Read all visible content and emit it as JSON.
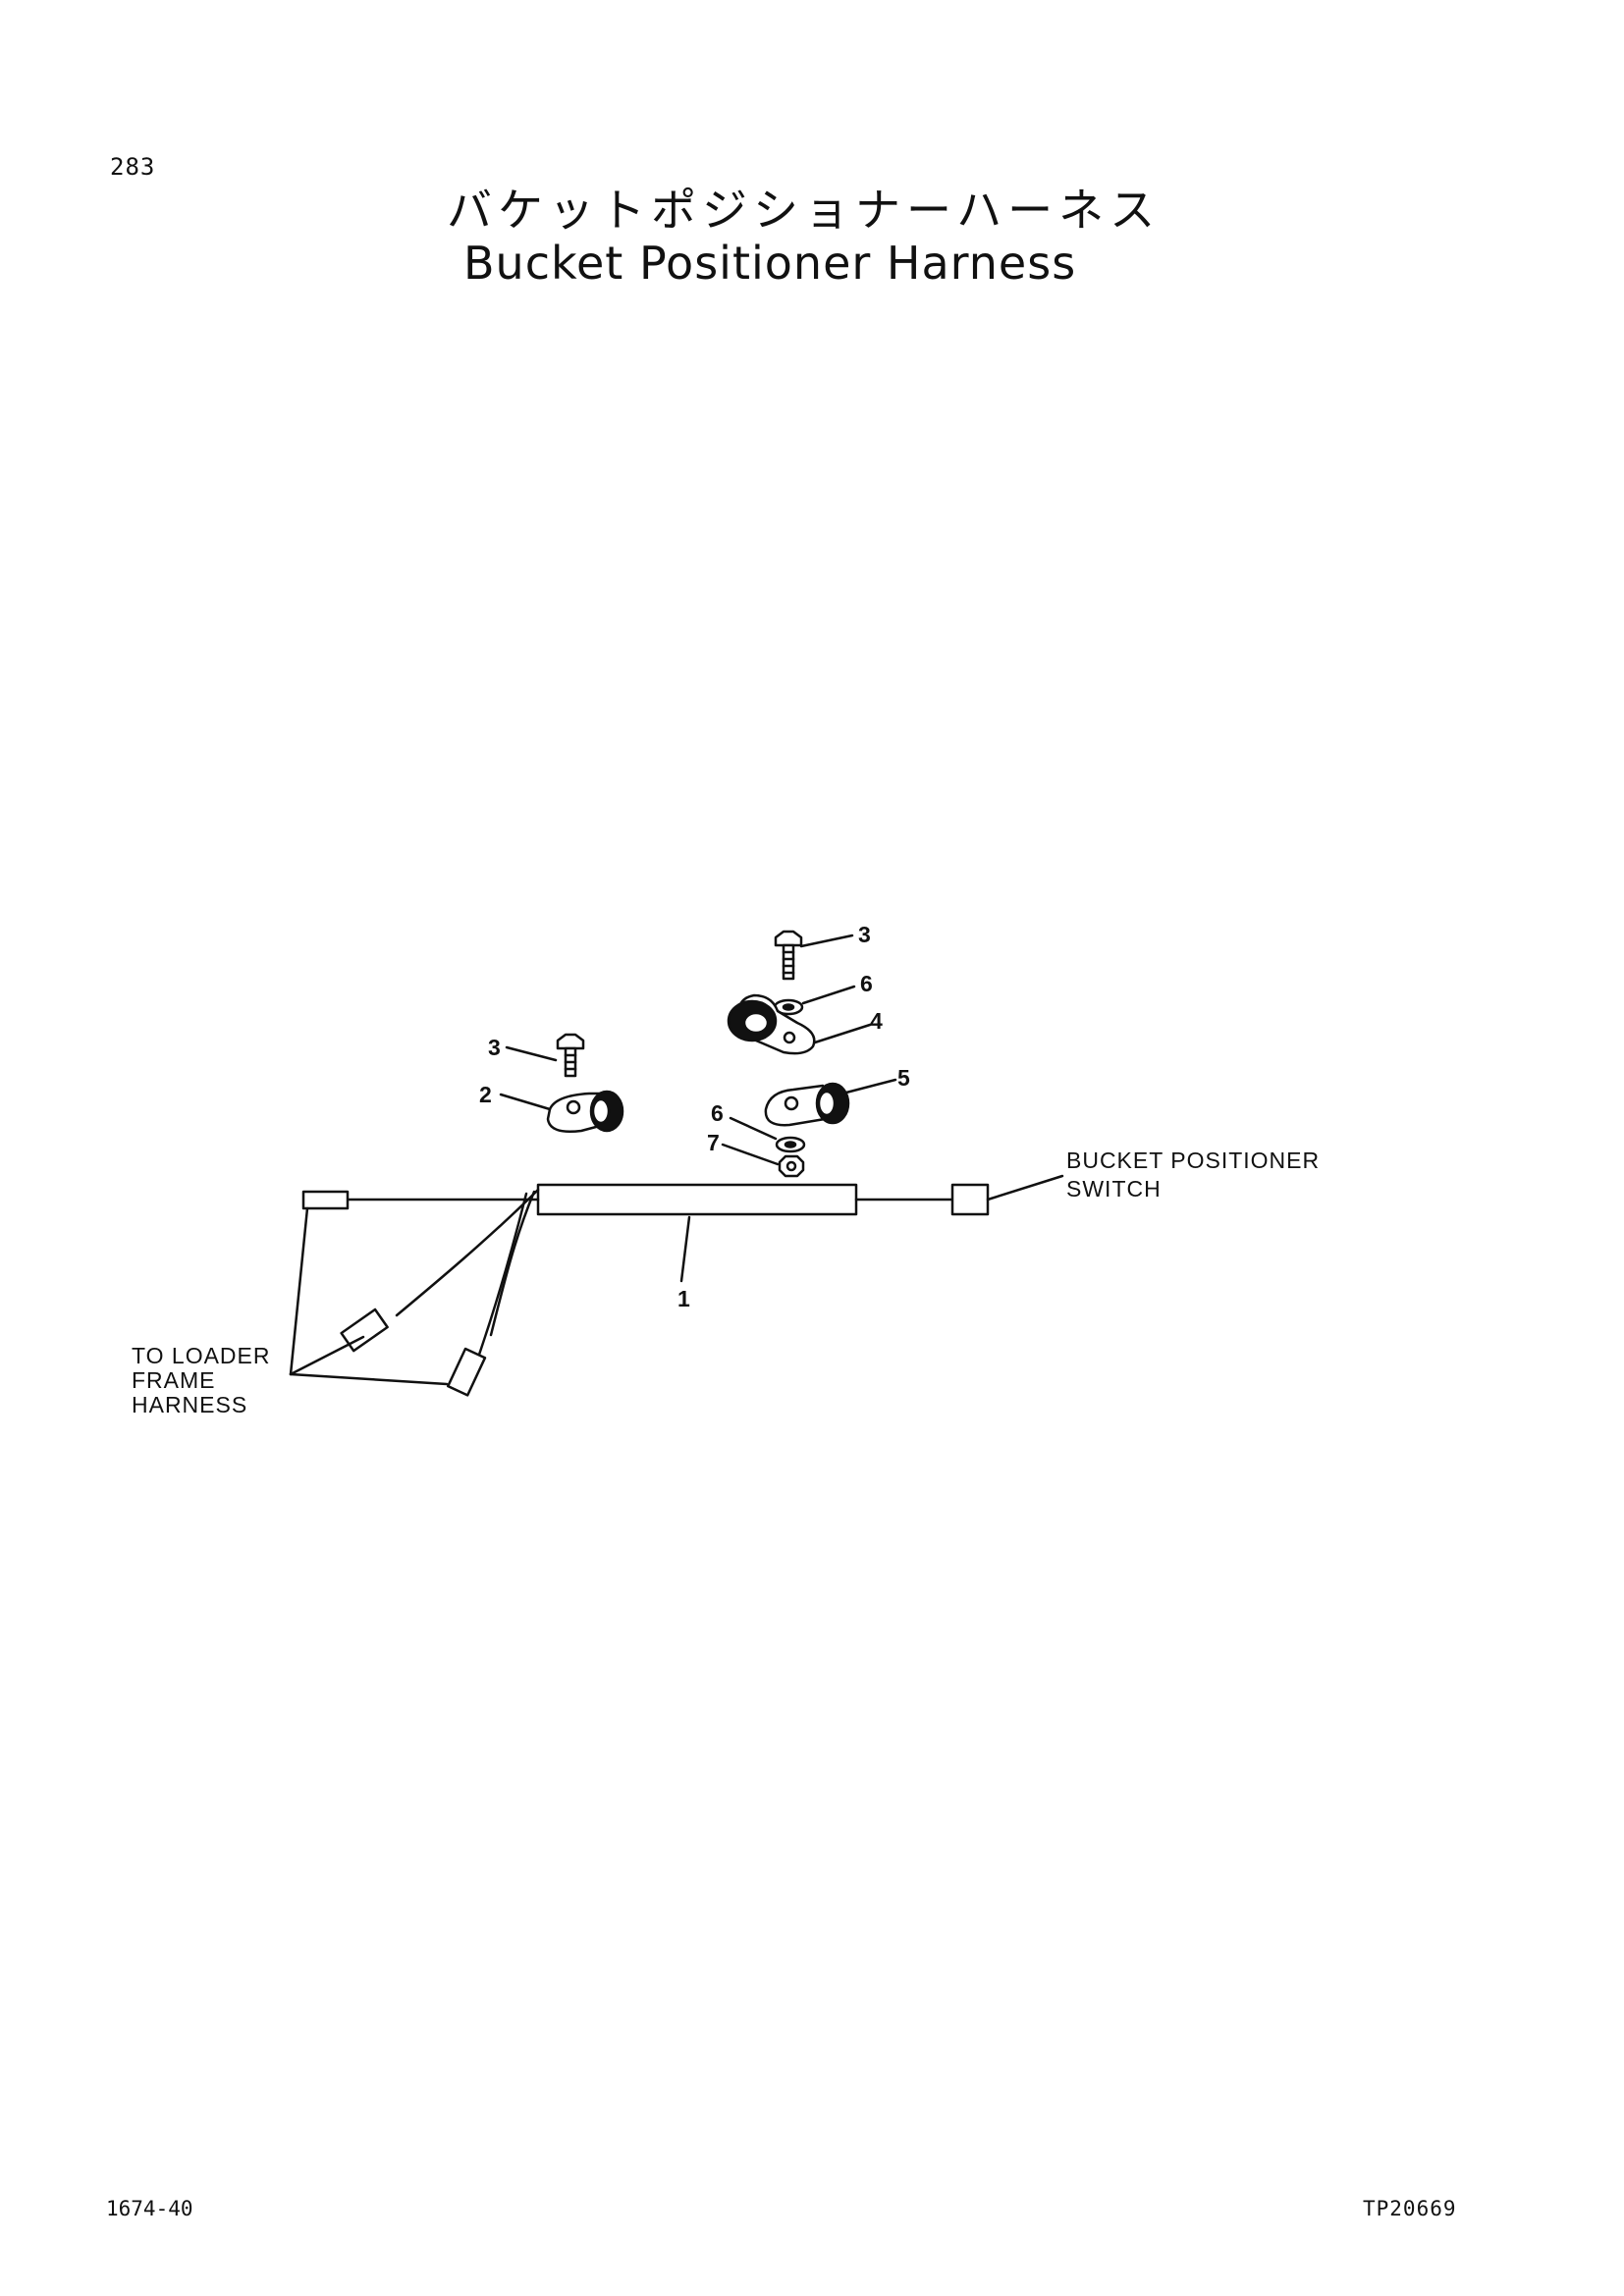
{
  "page": {
    "number": "283",
    "title_ja": "バケットポジショナーハーネス",
    "title_en": "Bucket Positioner Harness",
    "footer_left": "1674-40",
    "footer_right": "TP20669"
  },
  "diagram": {
    "callouts": [
      "1",
      "2",
      "3",
      "3",
      "4",
      "5",
      "6",
      "6",
      "7"
    ],
    "notes": {
      "switch_line1": "BUCKET POSITIONER",
      "switch_line2": "SWITCH",
      "loader_line1": "TO LOADER",
      "loader_line2": "FRAME",
      "loader_line3": "HARNESS"
    }
  }
}
